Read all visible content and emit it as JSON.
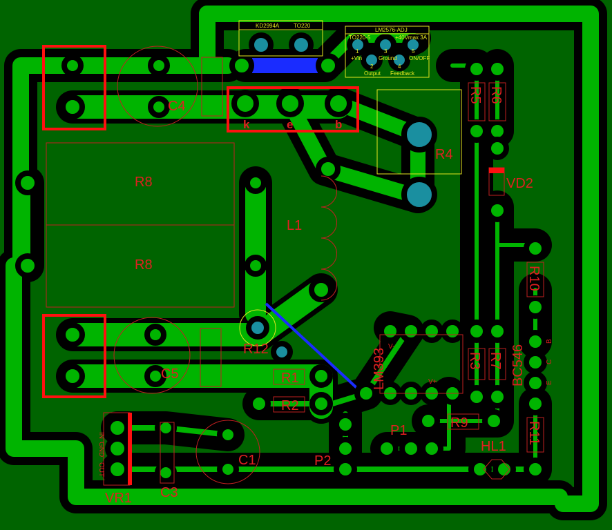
{
  "board": {
    "colors": {
      "background": "#006400",
      "copper": "#00b400",
      "clearance": "#000000",
      "silk": "#c02020",
      "highlight": "#ff1010",
      "top_silk": "#e6e620",
      "via": "#1a8fa0",
      "jumper": "#1a2cff"
    },
    "components": {
      "C4": "C4",
      "R8a": "R8",
      "R8b": "R8",
      "L1": "L1",
      "R4": "R4",
      "R5": "R5",
      "R6": "R6",
      "VD2": "VD2",
      "R10": "R10",
      "R12": "R12",
      "C5": "C5",
      "R1": "R1",
      "R2": "R2",
      "R3": "R3",
      "R7": "R7",
      "R9": "R9",
      "P1": "P1",
      "P2": "P2",
      "HL1": "HL1",
      "R11": "R11",
      "C1": "C1",
      "C3": "C3",
      "VR1": "VR1",
      "LM393": "LM393",
      "BC546": "BC546"
    },
    "transistor_pins": {
      "k": "k",
      "e": "e",
      "b": "b"
    },
    "bc546_pins": {
      "b": "B",
      "c": "C",
      "e": "E"
    },
    "vr1_pins": {
      "in": "IN",
      "gnd": "GND",
      "out": "OUT"
    },
    "lm393_marks": {
      "vminus": "V-",
      "vplus": "V+"
    },
    "kd2994a": {
      "name": "KD2994A",
      "package": "TO220"
    },
    "lm2576": {
      "name": "LM2576-ADJ",
      "package": "TO220-5",
      "rating": "+40Vmax 3A",
      "pins": [
        {
          "num": "1",
          "label": "+Vin"
        },
        {
          "num": "3",
          "label": "Ground"
        },
        {
          "num": "5",
          "label": "ON/OFF"
        },
        {
          "num": "2",
          "label": "Output"
        },
        {
          "num": "4",
          "label": "Feedback"
        }
      ]
    }
  }
}
